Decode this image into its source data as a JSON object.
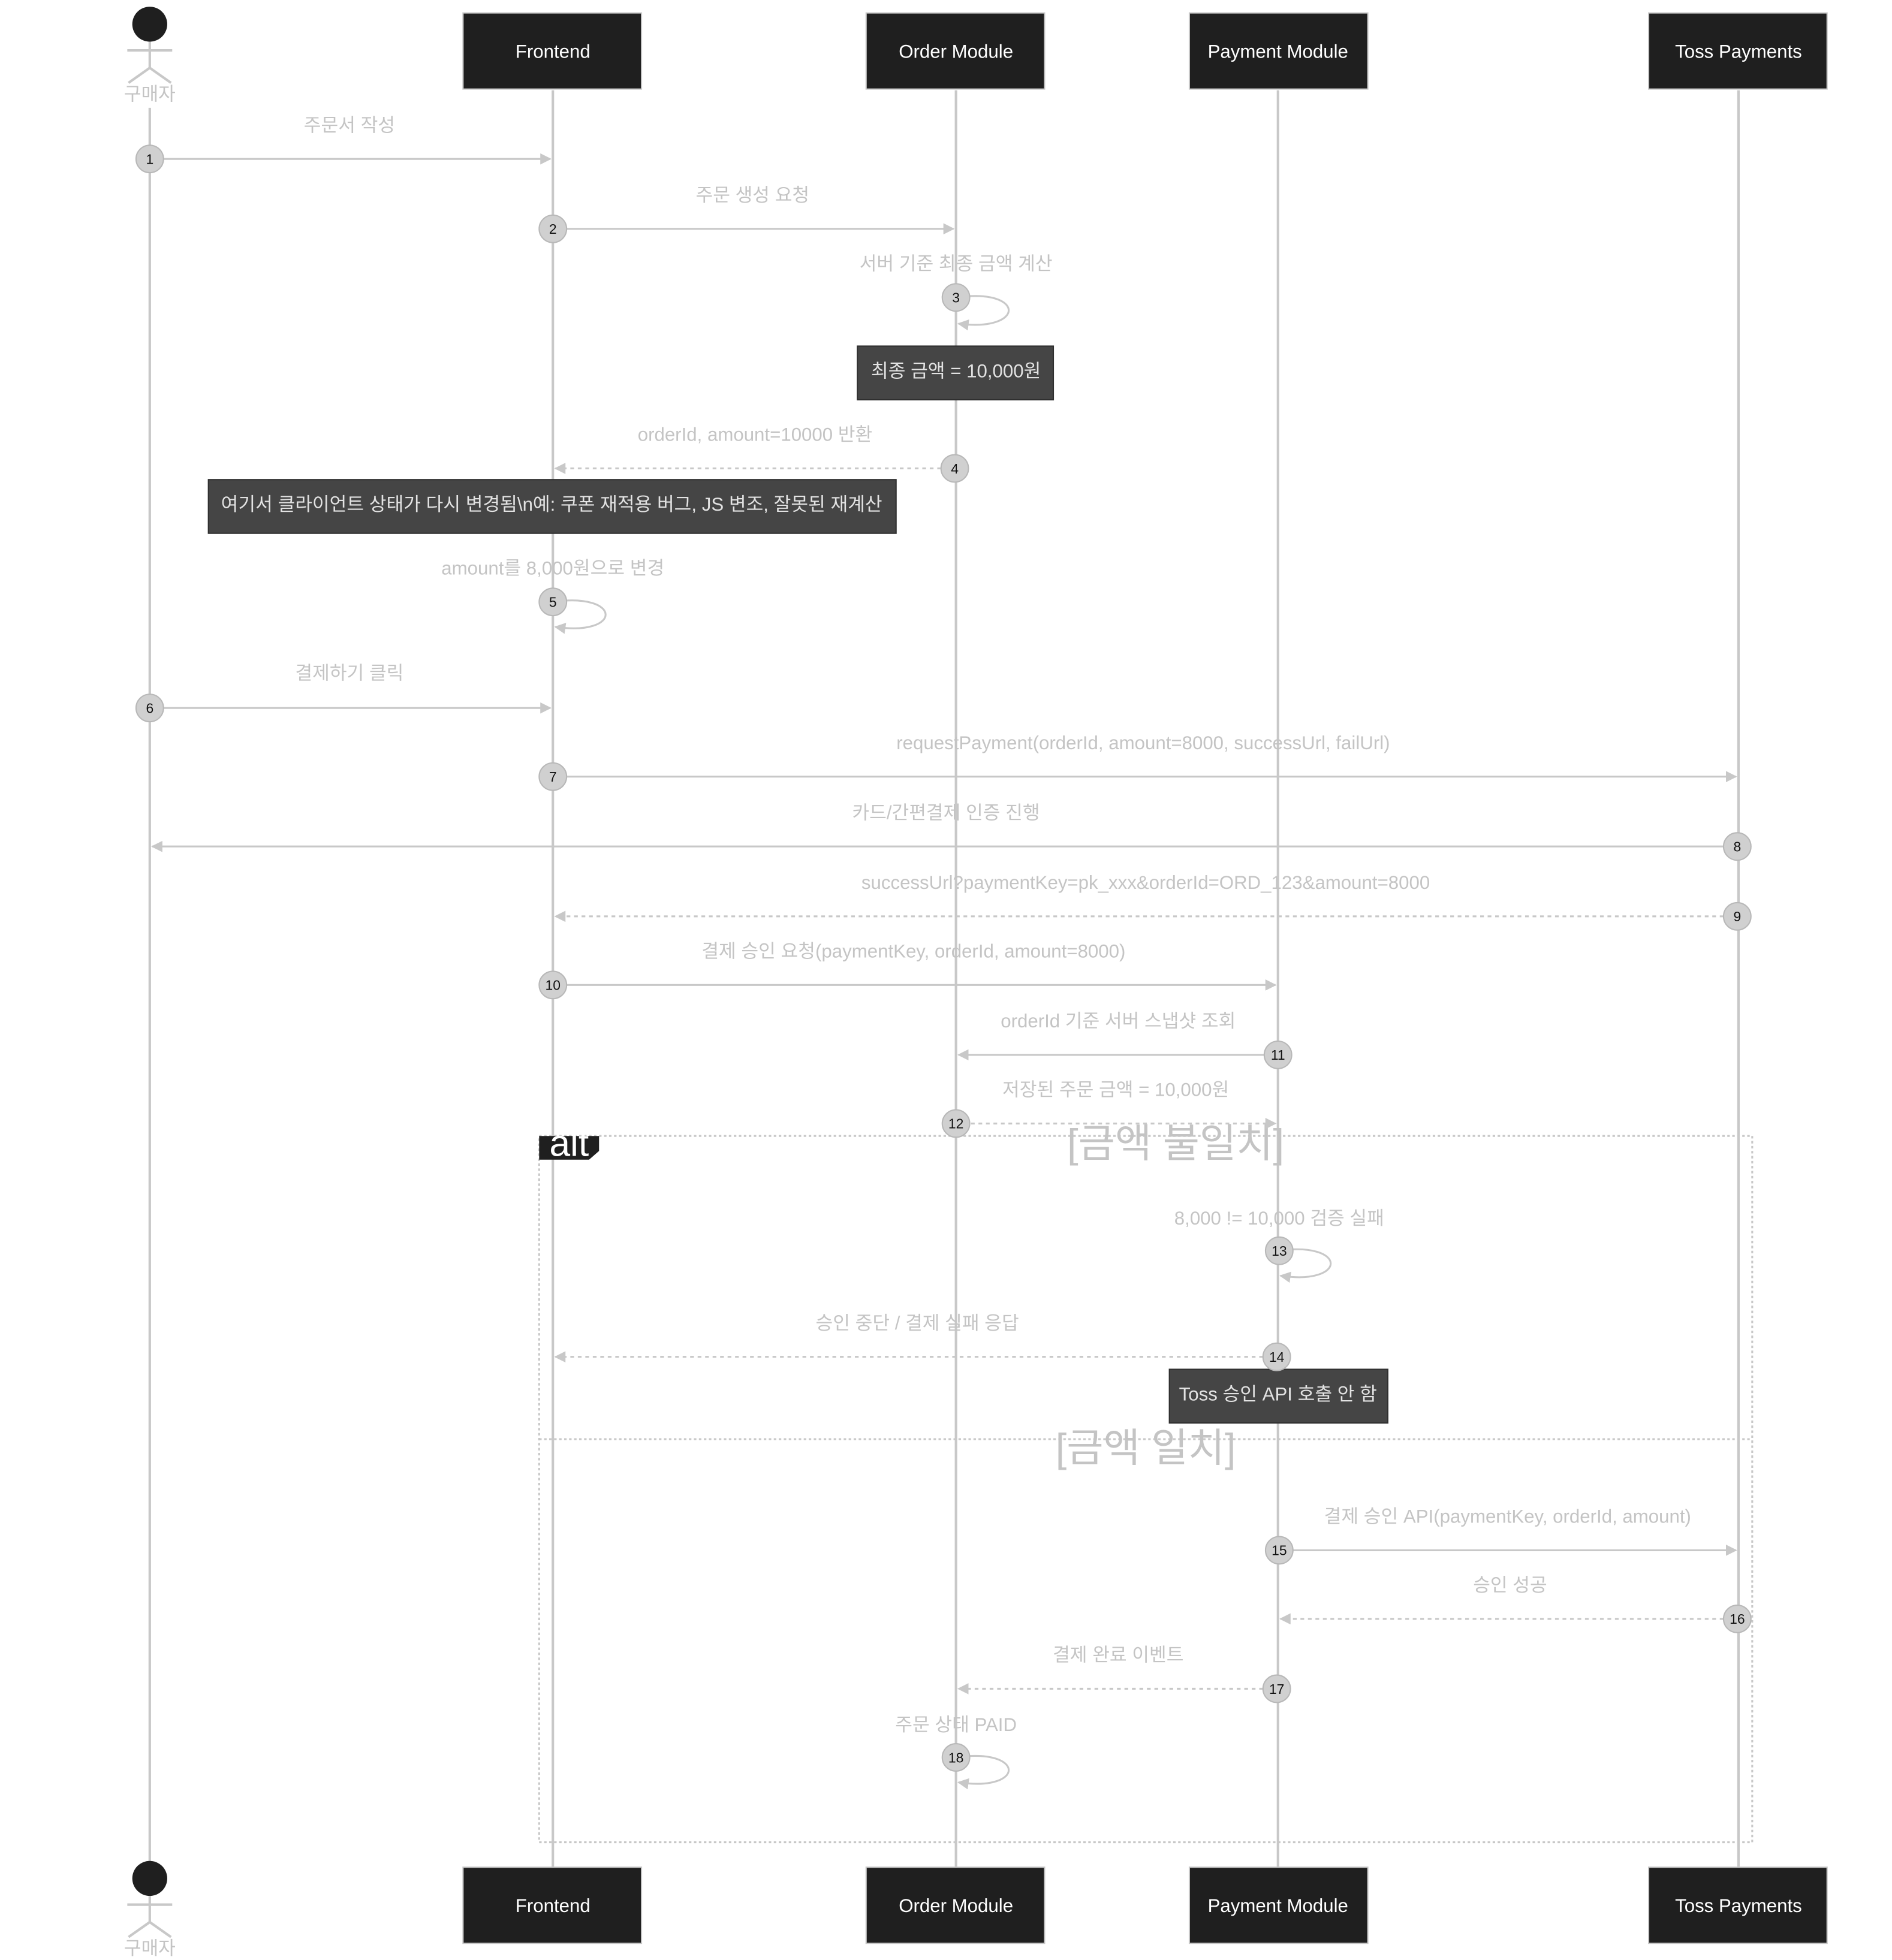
{
  "diagram": {
    "type": "sequence",
    "person": "구매자",
    "participants": [
      "Frontend",
      "Order Module",
      "Payment Module",
      "Toss Payments"
    ],
    "messages": [
      {
        "n": "1",
        "text": "주문서 작성"
      },
      {
        "n": "2",
        "text": "주문 생성 요청"
      },
      {
        "n": "3",
        "text": "서버 기준 최종 금액 계산"
      },
      {
        "n": "4",
        "text": "orderId, amount=10000 반환"
      },
      {
        "n": "5",
        "text": "amount를 8,000원으로 변경"
      },
      {
        "n": "6",
        "text": "결제하기 클릭"
      },
      {
        "n": "7",
        "text": "requestPayment(orderId, amount=8000, successUrl, failUrl)"
      },
      {
        "n": "8",
        "text": "카드/간편결제 인증 진행"
      },
      {
        "n": "9",
        "text": "successUrl?paymentKey=pk_xxx&orderId=ORD_123&amount=8000"
      },
      {
        "n": "10",
        "text": "결제 승인 요청(paymentKey, orderId, amount=8000)"
      },
      {
        "n": "11",
        "text": "orderId 기준 서버 스냅샷 조회"
      },
      {
        "n": "12",
        "text": "저장된 주문 금액 = 10,000원"
      },
      {
        "n": "13",
        "text": "8,000 != 10,000 검증 실패"
      },
      {
        "n": "14",
        "text": "승인 중단 / 결제 실패 응답"
      },
      {
        "n": "15",
        "text": "결제 승인 API(paymentKey, orderId, amount)"
      },
      {
        "n": "16",
        "text": "승인 성공"
      },
      {
        "n": "17",
        "text": "결제 완료 이벤트"
      },
      {
        "n": "18",
        "text": "주문 상태 PAID"
      }
    ],
    "notes": [
      "최종 금액 = 10,000원",
      "여기서 클라이언트 상태가 다시 변경됨\\n예: 쿠폰 재적용 버그, JS 변조, 잘못된 재계산",
      "Toss 승인 API 호출 안 함"
    ],
    "alt": {
      "label": "alt",
      "condition1": "[금액 불일치]",
      "condition2": "[금액 일치]"
    },
    "colors": {
      "actor_box": "#1f1f1f",
      "note_box": "#454545",
      "line": "#c8c8c8",
      "text": "#c4c4c4",
      "badge": "#d0d0d0",
      "background": "#ffffff"
    }
  }
}
